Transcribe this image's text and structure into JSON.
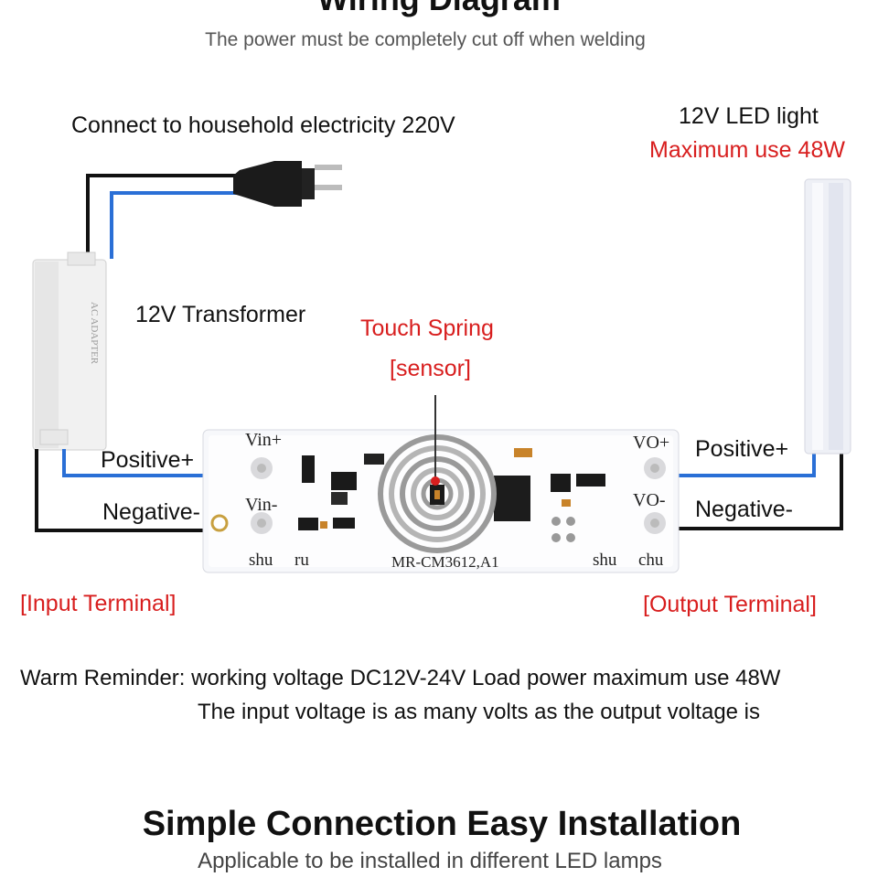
{
  "header": {
    "title": "Wiring Diagram",
    "subtitle": "The power must be completely cut off when welding"
  },
  "labels": {
    "household": "Connect to household electricity 220V",
    "led_light": "12V LED light",
    "led_max": "Maximum use 48W",
    "transformer": "12V Transformer",
    "touch_spring": "Touch Spring",
    "sensor": "[sensor]",
    "positive_in": "Positive+",
    "negative_in": "Negative-",
    "positive_out": "Positive+",
    "negative_out": "Negative-",
    "input_terminal": "[Input Terminal]",
    "output_terminal": "[Output Terminal]"
  },
  "board": {
    "vin_plus": "Vin+",
    "vin_minus": "Vin-",
    "vo_plus": "VO+",
    "vo_minus": "VO-",
    "shu_left": "shu",
    "ru": "ru",
    "model": "MR-CM3612,A1",
    "shu_right": "shu",
    "chu": "chu"
  },
  "adapter_text": "AC ADAPTER",
  "reminder": {
    "line1": "Warm Reminder: working voltage DC12V-24V Load power maximum use 48W",
    "line2": "The input voltage is as many volts as the output voltage is"
  },
  "footer": {
    "title": "Simple Connection Easy Installation",
    "subtitle": "Applicable to be installed in different LED lamps"
  },
  "colors": {
    "wire_black": "#111111",
    "wire_blue": "#2a6fd6",
    "accent_red": "#d81e1e"
  }
}
